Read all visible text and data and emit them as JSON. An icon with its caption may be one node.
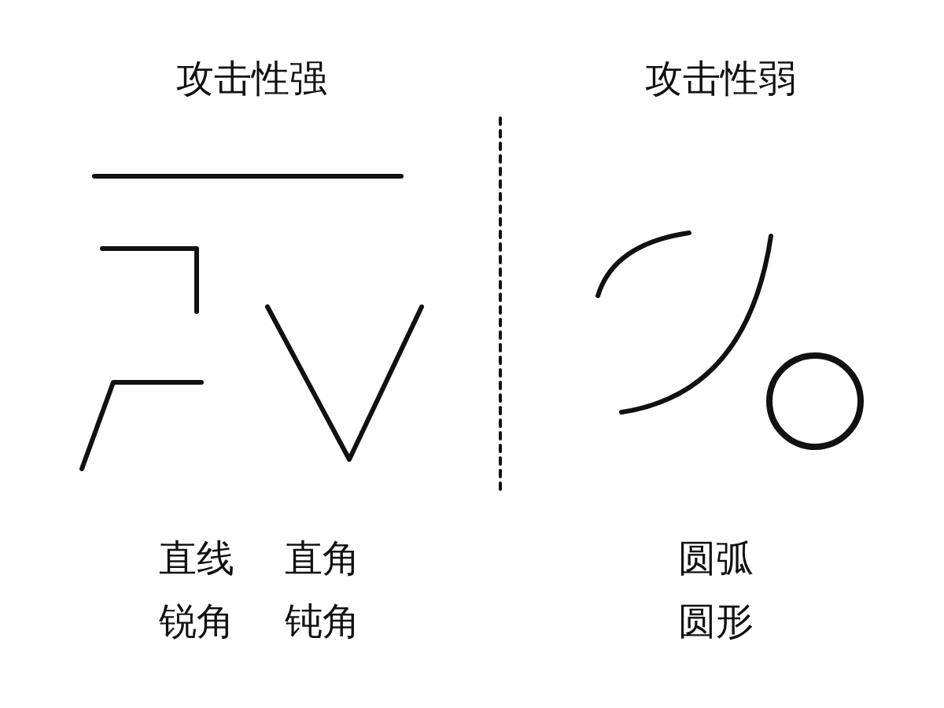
{
  "diagram": {
    "labels": [
      "攻击性强",
      "攻击性弱",
      "直线",
      "直角",
      "圆弧",
      "锐角",
      "钝角",
      "圆形"
    ]
  }
}
